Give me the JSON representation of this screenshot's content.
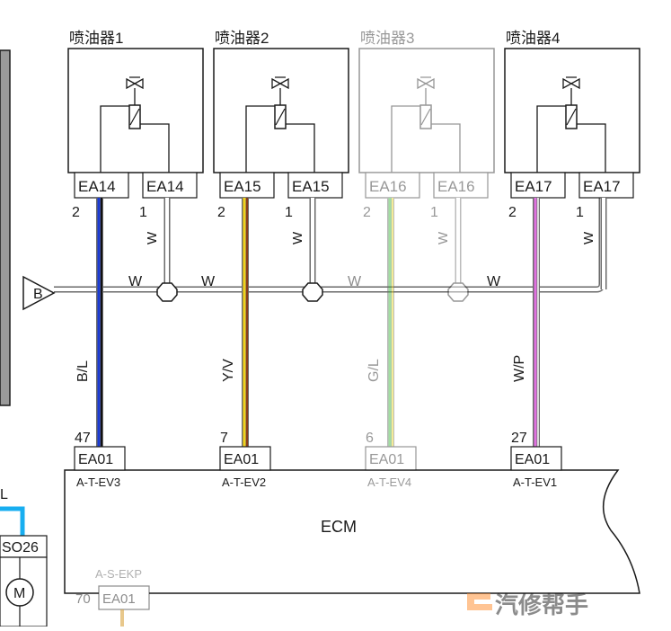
{
  "injectors": [
    {
      "label": "喷油器1",
      "conn_left": "EA14",
      "conn_right": "EA14",
      "pin_left": "2",
      "pin_right": "1",
      "wire_label": "W",
      "signal_wire": "B/L",
      "signal_colors": [
        "#1a3bd6",
        "#111111"
      ],
      "ecm_pin": "47",
      "ecm_conn": "EA01",
      "ecm_signal": "A-T-EV3",
      "faded": false
    },
    {
      "label": "喷油器2",
      "conn_left": "EA15",
      "conn_right": "EA15",
      "pin_left": "2",
      "pin_right": "1",
      "wire_label": "W",
      "signal_wire": "Y/V",
      "signal_colors": [
        "#f2d21a",
        "#8a3c1a"
      ],
      "ecm_pin": "7",
      "ecm_conn": "EA01",
      "ecm_signal": "A-T-EV2",
      "faded": false
    },
    {
      "label": "喷油器3",
      "conn_left": "EA16",
      "conn_right": "EA16",
      "pin_left": "2",
      "pin_right": "1",
      "wire_label": "W",
      "signal_wire": "G/L",
      "signal_colors": [
        "#33b533",
        "#e8d41a"
      ],
      "ecm_pin": "6",
      "ecm_conn": "EA01",
      "ecm_signal": "A-T-EV4",
      "faded": true
    },
    {
      "label": "喷油器4",
      "conn_left": "EA17",
      "conn_right": "EA17",
      "pin_left": "2",
      "pin_right": "1",
      "wire_label": "W",
      "signal_wire": "W/P",
      "signal_colors": [
        "#e070e0",
        "#d8d8d8"
      ],
      "ecm_pin": "27",
      "ecm_conn": "EA01",
      "ecm_signal": "A-T-EV1",
      "faded": false
    }
  ],
  "bus": {
    "label": "B",
    "segment_labels": [
      "W",
      "W",
      "W",
      "W"
    ]
  },
  "ecm": {
    "label": "ECM",
    "bottom_signal": "A-S-EKP",
    "bottom_pin": "70",
    "bottom_conn": "EA01"
  },
  "left_side": {
    "wire_label": "L",
    "connector": "SO26",
    "motor_symbol": "M"
  },
  "watermark": {
    "brand": "汽修帮手"
  }
}
